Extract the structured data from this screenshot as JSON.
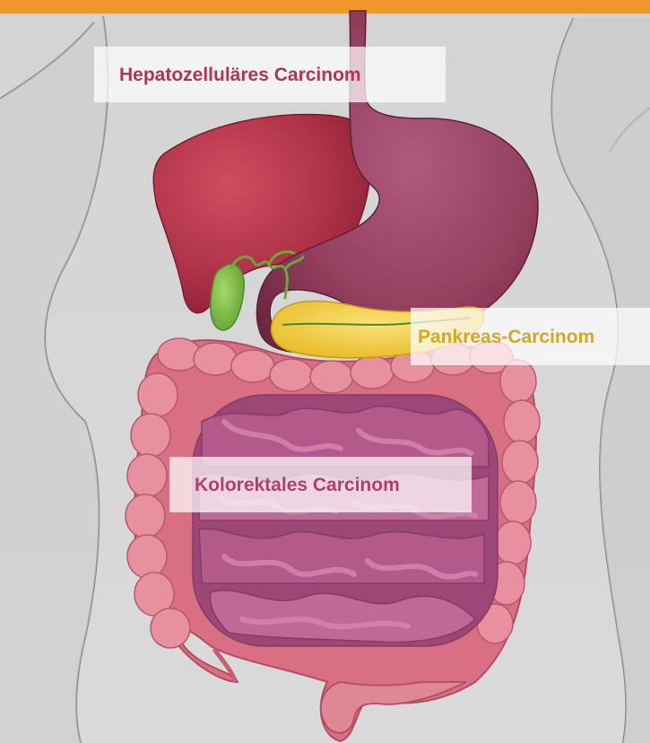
{
  "colors": {
    "accent_bar": "#f0962c",
    "background": "#d6d6d6",
    "liver": "#b03348",
    "stomach": "#94405f",
    "gallbladder": "#86c24c",
    "pancreas": "#f2cf3b",
    "colon": "#d86f82",
    "small_intestine": "#b35a8a",
    "label_hcc": "#b03558",
    "label_pancreas": "#d7a81f",
    "label_crc": "#b14167"
  },
  "labels": {
    "hcc": "Hepatozelluläres Carcinom",
    "pancreas": "Pankreas-Carcinom",
    "colorectal": "Kolorektales Carcinom"
  }
}
